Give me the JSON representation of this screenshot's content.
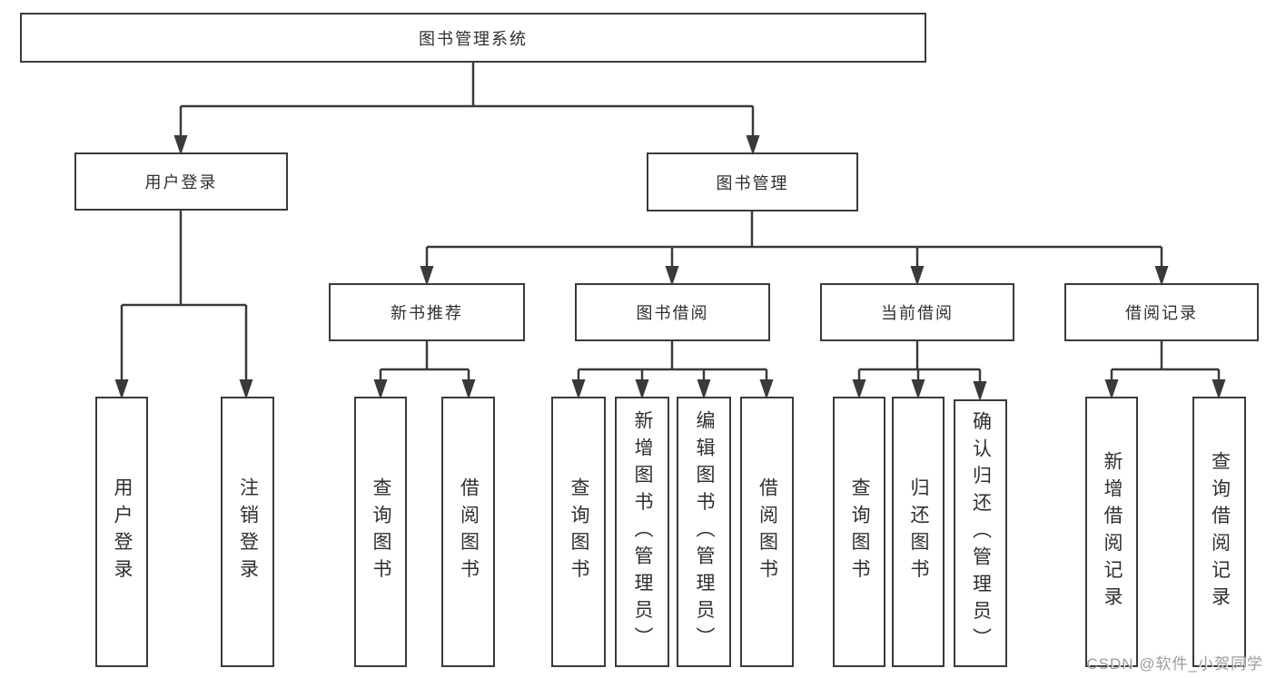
{
  "diagram": {
    "root": {
      "label": "图书管理系统"
    },
    "branches": [
      {
        "label": "用户登录",
        "children": [
          {
            "label": "用户登录"
          },
          {
            "label": "注销登录"
          }
        ]
      },
      {
        "label": "图书管理",
        "children": [
          {
            "label": "新书推荐",
            "children": [
              {
                "label": "查询图书"
              },
              {
                "label": "借阅图书"
              }
            ]
          },
          {
            "label": "图书借阅",
            "children": [
              {
                "label": "查询图书"
              },
              {
                "label": "新增图书（管理员）"
              },
              {
                "label": "编辑图书（管理员）"
              },
              {
                "label": "借阅图书"
              }
            ]
          },
          {
            "label": "当前借阅",
            "children": [
              {
                "label": "查询图书"
              },
              {
                "label": "归还图书"
              },
              {
                "label": "确认归还（管理员）"
              }
            ]
          },
          {
            "label": "借阅记录",
            "children": [
              {
                "label": "新增借阅记录"
              },
              {
                "label": "查询借阅记录"
              }
            ]
          }
        ]
      }
    ]
  },
  "watermark": {
    "text": "CSDN @软件_小贺同学"
  },
  "colors": {
    "line": "#3a3a3a",
    "text": "#2f2f2f",
    "background": "#ffffff",
    "watermark": "#949494"
  }
}
